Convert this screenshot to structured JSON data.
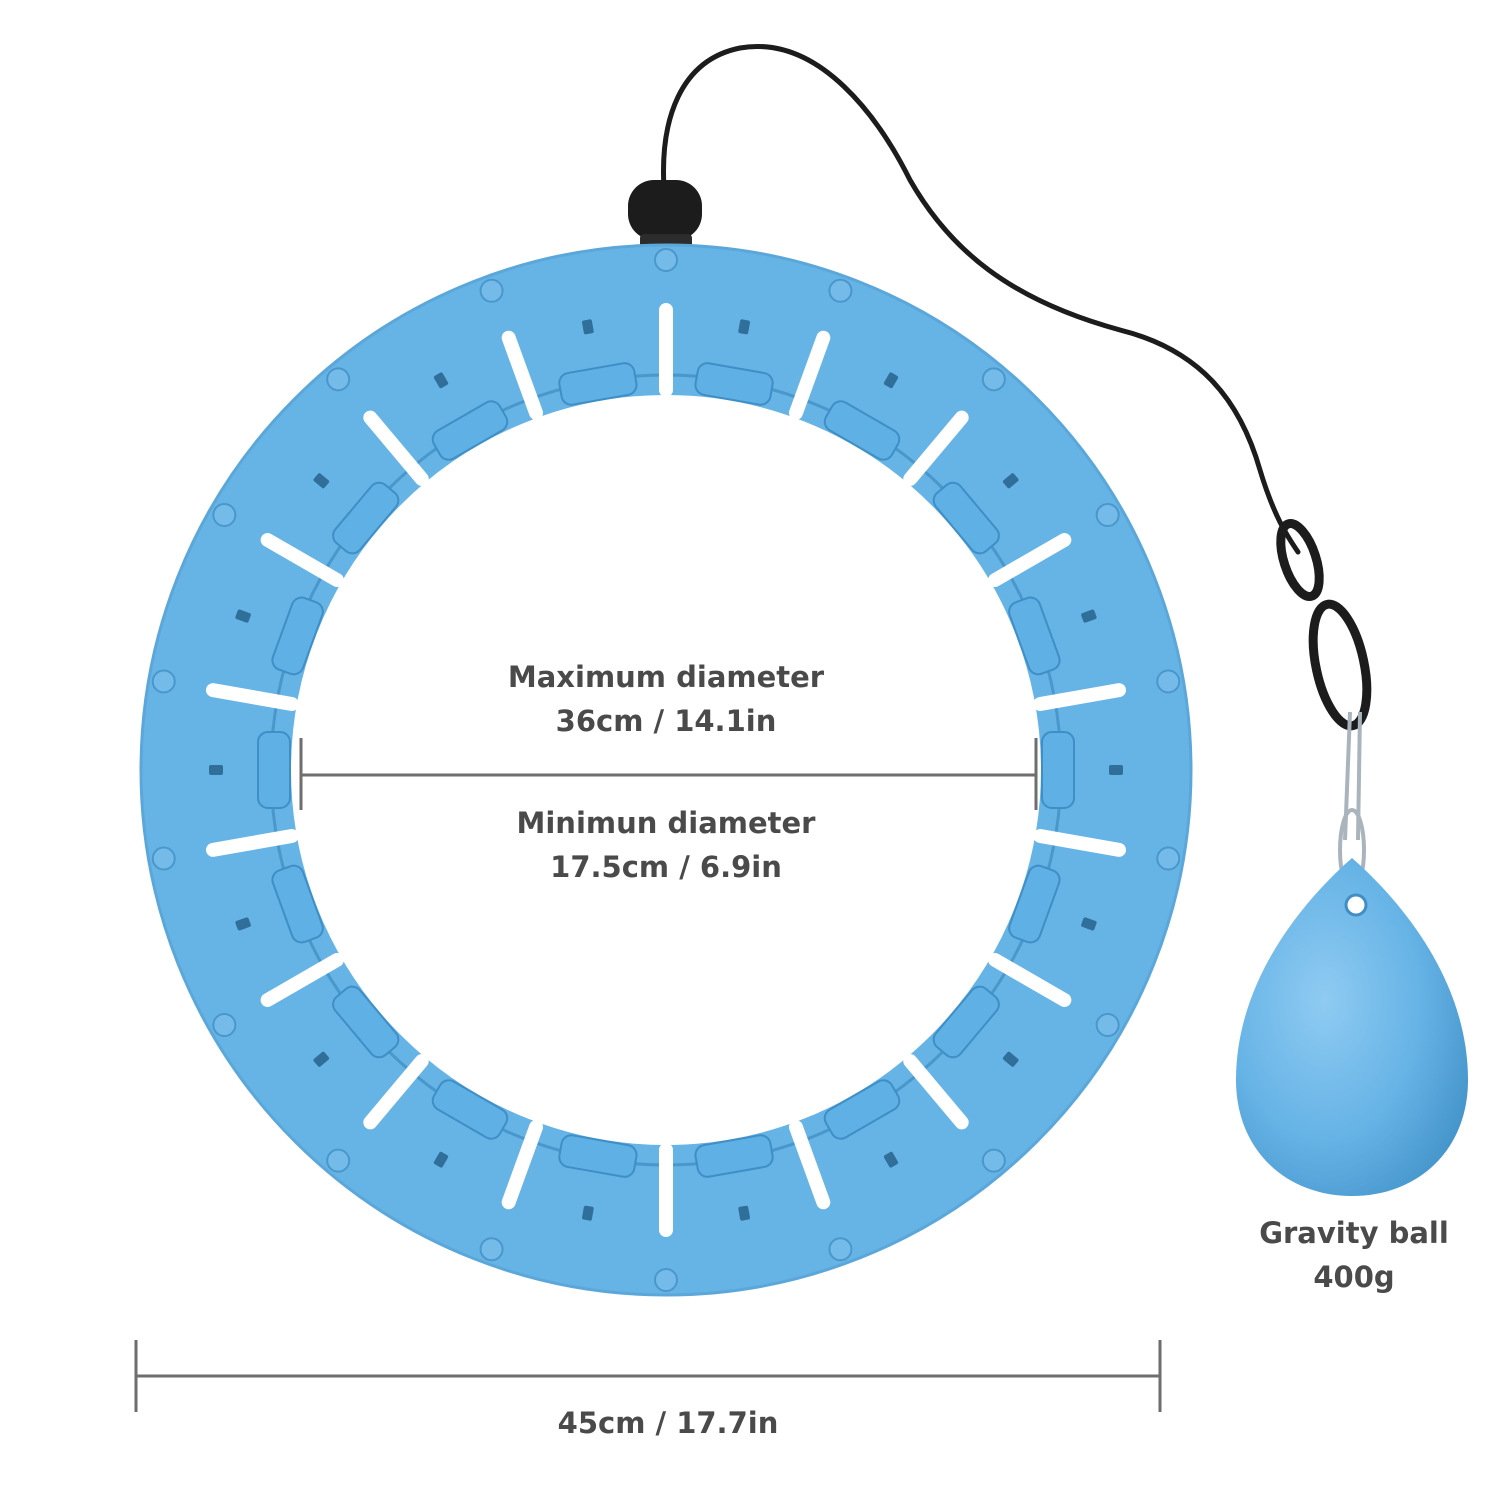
{
  "colors": {
    "hoop": "#66b3e6",
    "hoop_dark": "#4a97cc",
    "cord": "#1c1c1c",
    "text": "#4a4a4a",
    "measure_line": "#6e6e6e",
    "background": "#ffffff"
  },
  "icons": {
    "hoop": "segmented-massage-hoop",
    "weight": "gravity-ball-teardrop",
    "cord": "connecting-rope"
  },
  "labels": {
    "max_title": "Maximum diameter",
    "max_value": "36cm / 14.1in",
    "min_title": "Minimun diameter",
    "min_value": "17.5cm / 6.9in",
    "ball_title": "Gravity ball",
    "ball_value": "400g",
    "overall": "45cm / 17.7in"
  }
}
